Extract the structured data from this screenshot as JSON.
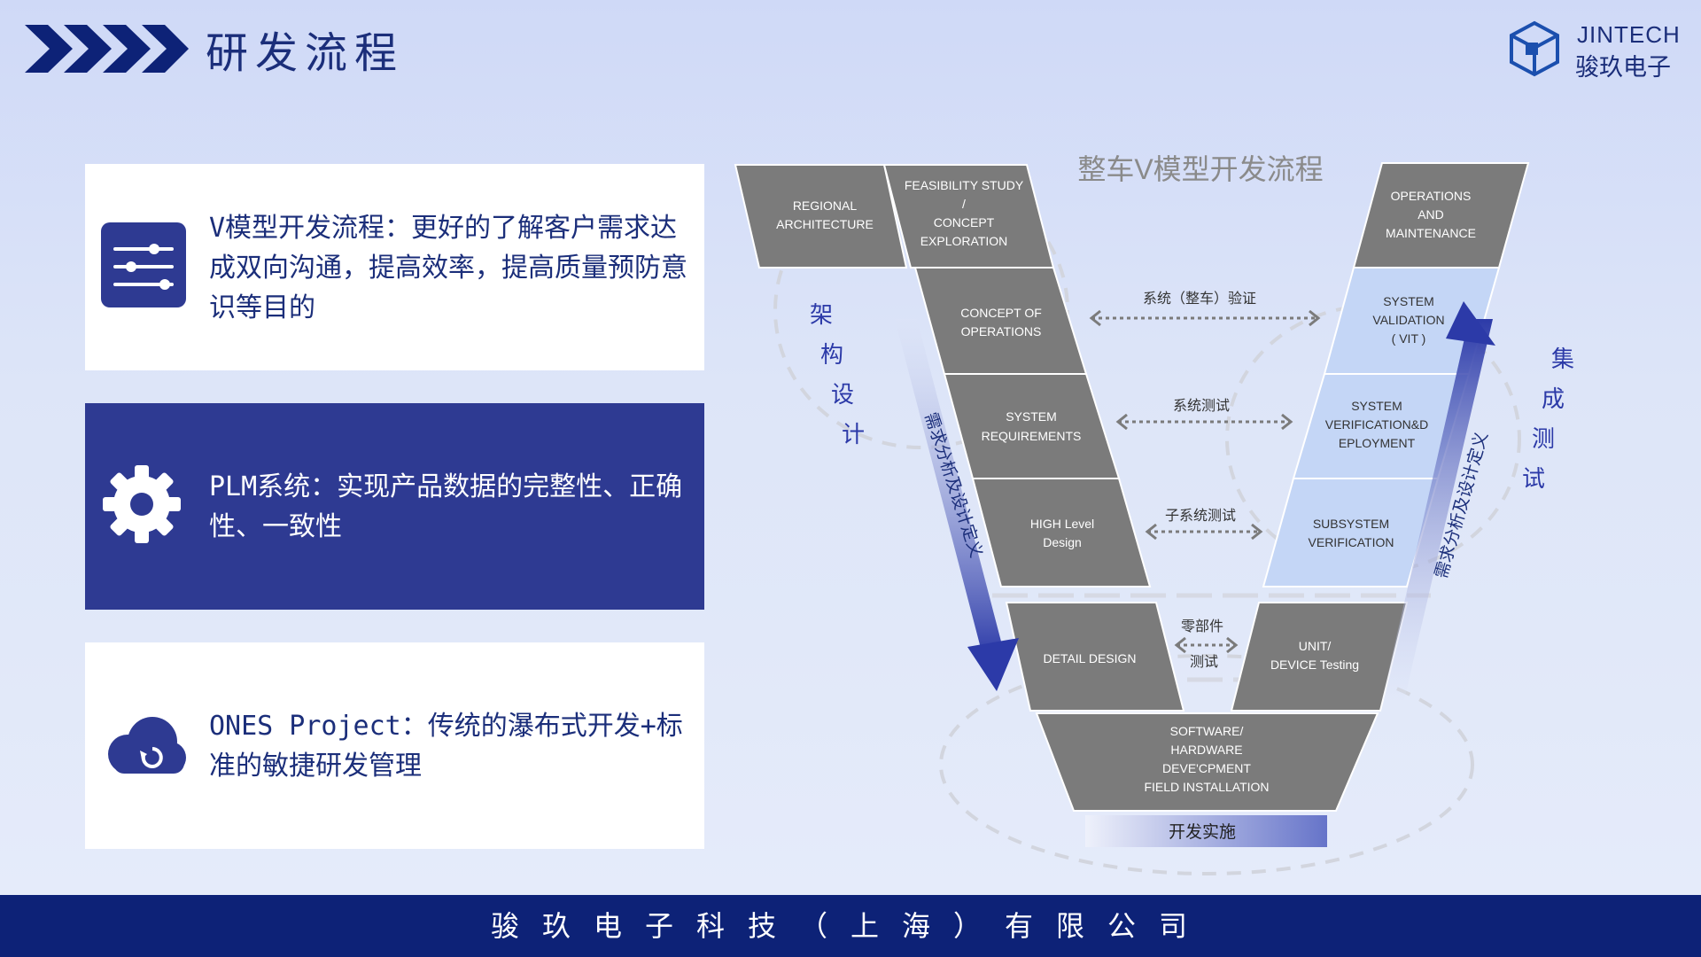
{
  "header": {
    "title": "研发流程",
    "logo_en": "JINTECH",
    "logo_cn": "骏玖电子"
  },
  "cards": [
    {
      "icon": "sliders-icon",
      "text": "V模型开发流程：更好的了解客户需求达成双向沟通，提高效率，提高质量预防意识等目的"
    },
    {
      "icon": "gear-icon",
      "text": "PLM系统：实现产品数据的完整性、正确性、一致性"
    },
    {
      "icon": "cloud-sync-icon",
      "text": "ONES Project：传统的瀑布式开发+标准的敏捷研发管理"
    }
  ],
  "diagram": {
    "title": "整车V模型开发流程",
    "left_blocks": [
      {
        "lines": [
          "REGIONAL",
          "ARCHITECTURE"
        ]
      },
      {
        "lines": [
          "FEASIBILITY STUDY",
          "/",
          "CONCEPT",
          "EXPLORATION"
        ]
      },
      {
        "lines": [
          "CONCEPT OF",
          "OPERATIONS"
        ]
      },
      {
        "lines": [
          "SYSTEM",
          "REQUIREMENTS"
        ]
      },
      {
        "lines": [
          "HIGH Level",
          "Design"
        ]
      },
      {
        "lines": [
          "DETAIL DESIGN"
        ]
      }
    ],
    "right_blocks": [
      {
        "lines": [
          "OPERATIONS",
          "AND",
          "MAINTENANCE"
        ]
      },
      {
        "lines": [
          "SYSTEM",
          "VALIDATION",
          "( VIT )"
        ]
      },
      {
        "lines": [
          "SYSTEM",
          "VERIFICATION&D",
          "EPLOYMENT"
        ]
      },
      {
        "lines": [
          "SUBSYSTEM",
          "VERIFICATION"
        ]
      },
      {
        "lines": [
          "UNIT/",
          "DEVICE Testing"
        ]
      }
    ],
    "bottom_block": {
      "lines": [
        "SOFTWARE/",
        "HARDWARE",
        "DEVE'CPMENT",
        "FIELD INSTALLATION"
      ]
    },
    "links": [
      "系统（整车）验证",
      "系统测试",
      "子系统测试",
      "零部件",
      "测试"
    ],
    "left_side_label": [
      "架",
      "构",
      "设",
      "计"
    ],
    "right_side_label": [
      "集",
      "成",
      "测",
      "试"
    ],
    "left_arrow_label": "需求分析及设计定义",
    "right_arrow_label": "需求分析及设计定义",
    "bottom_label": "开发实施"
  },
  "footer": {
    "company": "骏玖电子科技（上海）有限公司"
  },
  "colors": {
    "navy": "#1b2e7a",
    "card_active": "#2e3a92",
    "footer": "#0d2277",
    "block_gray": "#7b7b7b",
    "block_light_blue": "#c4d6f6"
  }
}
